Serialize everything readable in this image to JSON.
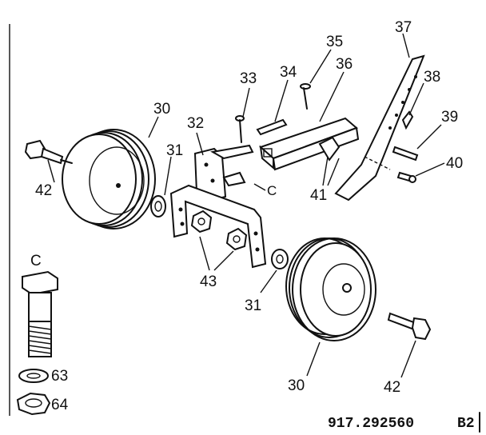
{
  "labels": {
    "p30a": "30",
    "p31a": "31",
    "p32": "32",
    "p33": "33",
    "p34": "34",
    "p35": "35",
    "p36": "36",
    "p37": "37",
    "p38": "38",
    "p39": "39",
    "p40": "40",
    "p41": "41",
    "p42a": "42",
    "p43": "43",
    "p31b": "31",
    "p30b": "30",
    "p42b": "42",
    "pC": "C",
    "pCref": "C",
    "p63": "63",
    "p64": "64"
  },
  "footer": {
    "part_number": "917.292560",
    "figure_code": "B2"
  }
}
